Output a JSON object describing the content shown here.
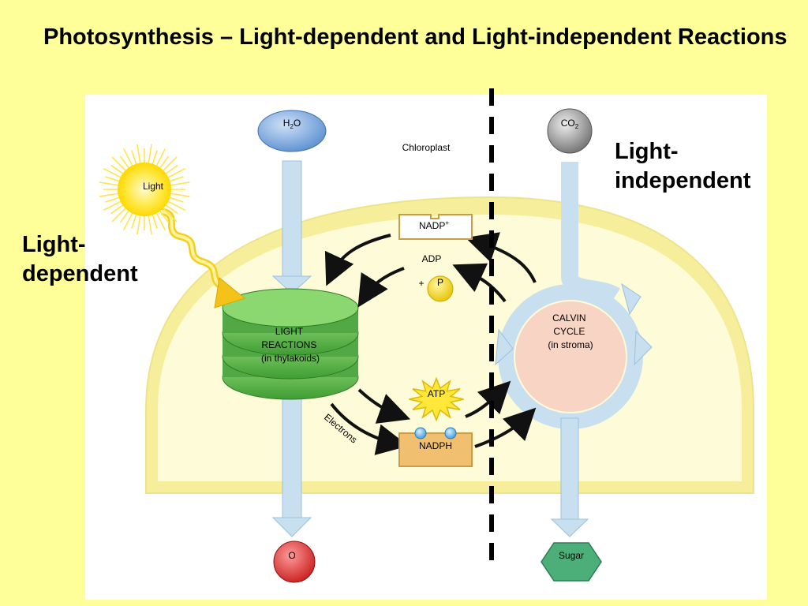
{
  "slide": {
    "title": "Photosynthesis – Light-dependent and Light-independent Reactions",
    "left_label": "Light-dependent",
    "right_label": "Light-independent"
  },
  "diagram": {
    "h2o": {
      "base": "H",
      "sub": "2",
      "tail": "O"
    },
    "co2": {
      "base": "CO",
      "sub": "2"
    },
    "chloroplast": "Chloroplast",
    "light": "Light",
    "nadp": {
      "base": "NADP",
      "sup": "+"
    },
    "adp": "ADP",
    "plus": "+",
    "p": "P",
    "light_reactions": [
      "LIGHT",
      "REACTIONS",
      "(in thylakoids)"
    ],
    "calvin_cycle": [
      "CALVIN",
      "CYCLE",
      "(in stroma)"
    ],
    "atp": "ATP",
    "electrons": "Electrons",
    "nadph": "NADPH",
    "o": "O",
    "sugar": "Sugar"
  },
  "colors": {
    "background": "#ffff99",
    "chloroplast_fill": "#fdfbd8",
    "chloroplast_border": "#f6ef9a",
    "thylakoid": "#5fbf4d",
    "flow_arrow": "#c8dff0",
    "calvin": "#f8d4c4",
    "water": "#6f9fd8",
    "oxygen": "#d62828",
    "co2": "#888888",
    "sugar": "#4caf7a",
    "nadp_box": "#f0c070",
    "divider": "#000000"
  }
}
